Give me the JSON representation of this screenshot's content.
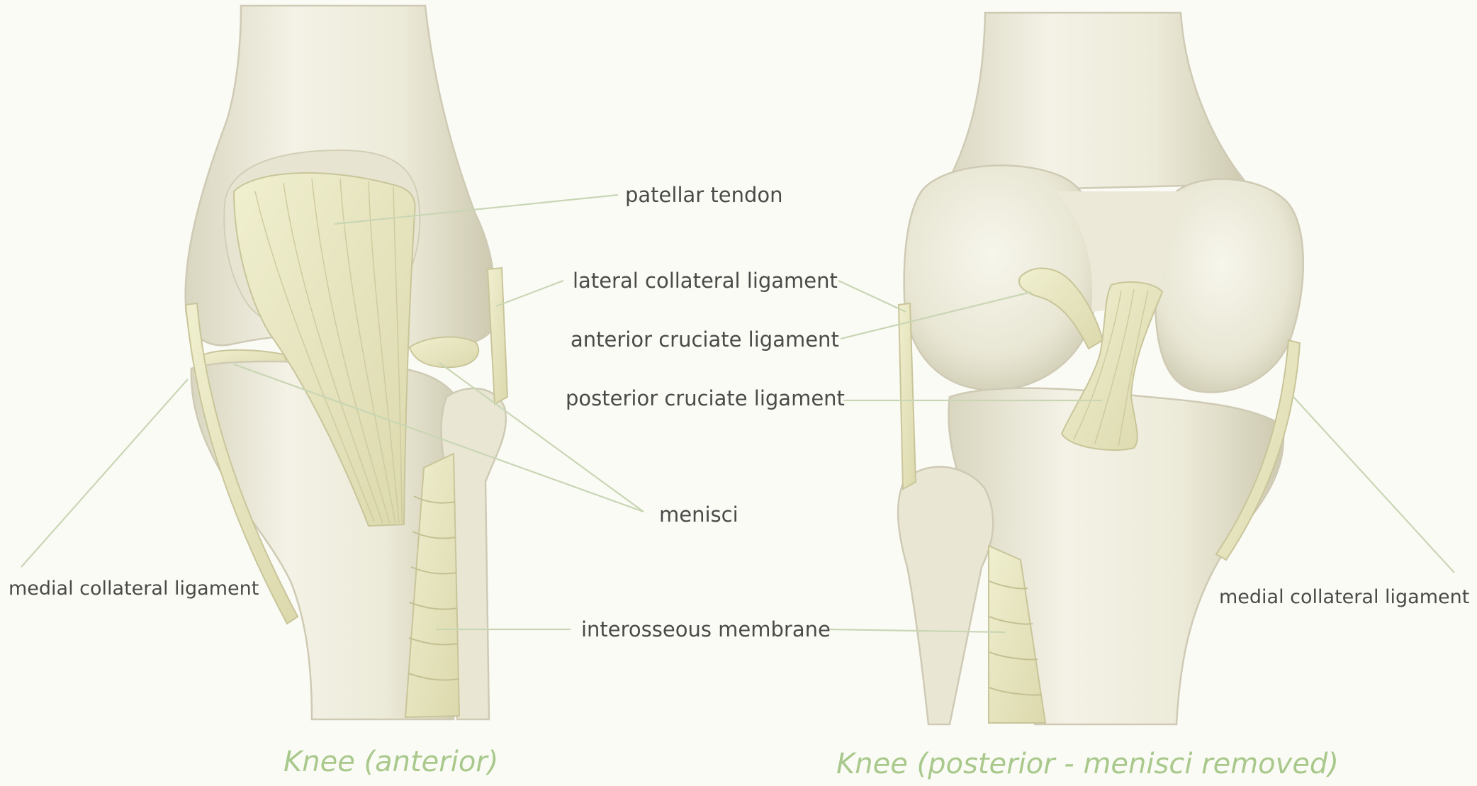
{
  "labels": {
    "patellar_tendon": "patellar tendon",
    "lateral_collateral_ligament": "lateral collateral ligament",
    "anterior_cruciate_ligament": "anterior cruciate ligament",
    "posterior_cruciate_ligament": "posterior cruciate ligament",
    "menisci": "menisci",
    "interosseous_membrane": "interosseous membrane",
    "medial_collateral_ligament_left": "medial collateral ligament",
    "medial_collateral_ligament_right": "medial collateral ligament"
  },
  "captions": {
    "anterior": "Knee (anterior)",
    "posterior": "Knee (posterior - menisci removed)"
  },
  "colors": {
    "background": "#fbfbf6",
    "bone": "#ecead8",
    "ligament": "#e8e6bf",
    "leader_line": "#c9d6b4",
    "caption": "#a9c98c",
    "label_text": "#4a4a48"
  }
}
